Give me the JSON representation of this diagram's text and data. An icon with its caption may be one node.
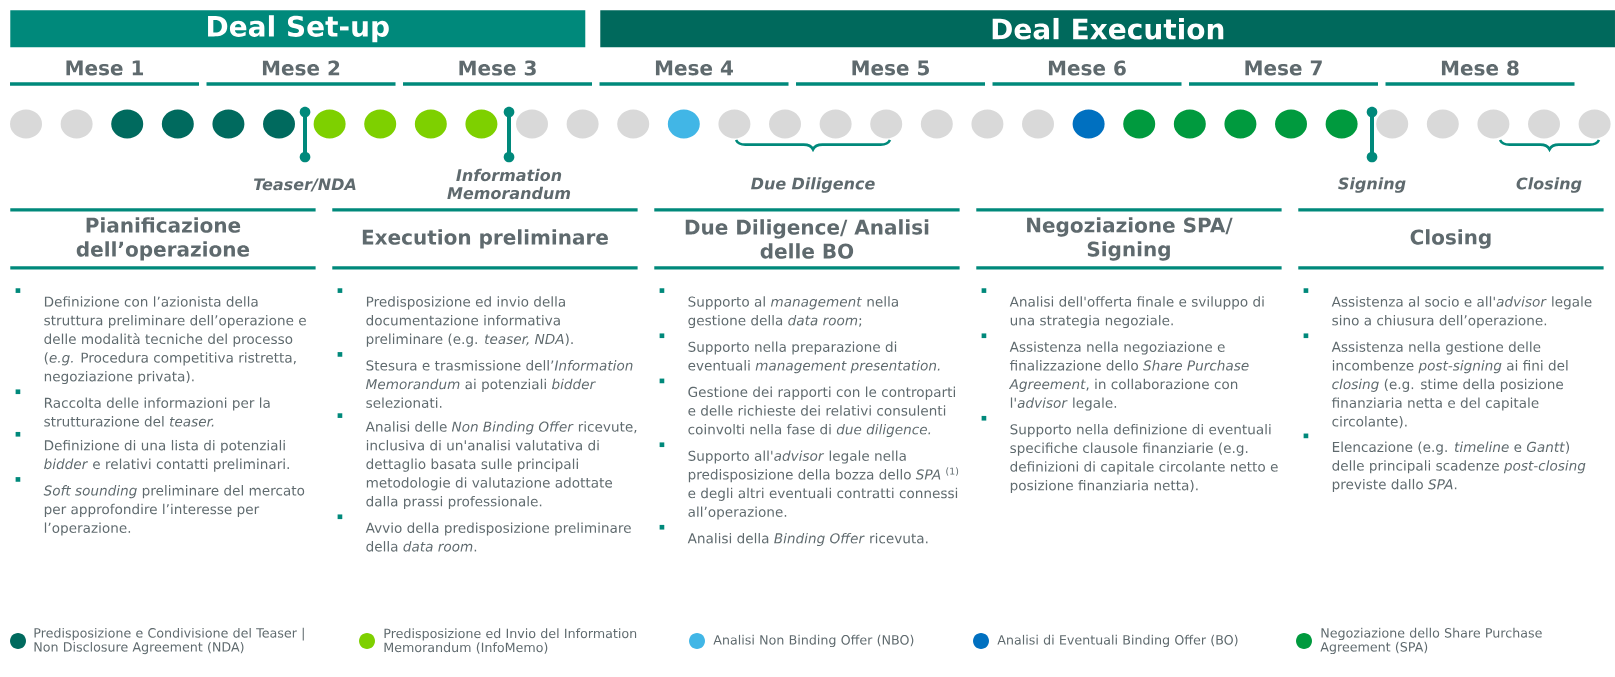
{
  "diagram": {
    "nodes": [
      {
        "text": [
          "Deal Set-up"
        ]
      },
      {
        "text": [
          "Deal Execution"
        ]
      },
      {
        "text": [
          "Pianificazione dell’operazione",
          "Definizione con l’azionista della struttura preliminare dell’operazione e delle modalità tecniche del processo (*e.g.* Procedura competitiva ristretta, negoziazione privata).",
          "Raccolta delle informazioni per la strutturazione del *teaser.*",
          "Definizione di una lista di potenziali *bidder* e relativi contatti preliminari.",
          "*Soft sounding* preliminare del mercato per approfondire l’interesse per l’operazione."
        ]
      },
      {
        "text": [
          "Execution preliminare",
          "Predisposizione ed invio della documentazione informativa preliminare (e.g. *teaser, NDA*).",
          "Stesura e trasmissione dell’*Information Memorandum* ai potenziali *bidder* selezionati.",
          "Analisi delle *Non Binding Offer* ricevute, inclusiva di un'analisi valutativa di dettaglio basata sulle principali metodologie di valutazione adottate dalla prassi professionale.",
          "Avvio della predisposizione preliminare della *data room*."
        ]
      },
      {
        "text": [
          "Due Diligence/ Analisi delle BO",
          "Supporto al *management* nella gestione della *data room*;",
          "Supporto nella preparazione di eventuali *management presentation.*",
          "Gestione dei rapporti con le controparti e delle richieste dei relativi consulenti coinvolti nella fase di *due diligence.*",
          "Supporto all'*advisor* legale nella predisposizione della bozza dello *SPA* $^{(1)}$ e degli altri eventuali contratti connessi all’operazione.",
          "Analisi della *Binding Offer* ricevuta."
        ]
      },
      {
        "text": [
          "Negoziazione SPA/ Signing",
          "Analisi dell'offerta finale e sviluppo di una strategia negoziale.",
          "Assistenza nella negoziazione e finalizzazione dello *Share Purchase Agreement*, in collaborazione con l'*advisor* legale.",
          "Supporto nella definizione di eventuali specifiche clausole finanziarie (e.g. definizioni di capitale circolante netto e posizione finanziaria netta)."
        ]
      },
      {
        "text": [
          "Closing",
          "Assistenza al socio e all'*advisor* legale sino a chiusura dell’operazione.",
          "Assistenza nella gestione delle incombenze *post-signing* ai fini del *closing* (e.g. stime della posizione finanziaria netta e del capitale circolante).",
          "Elencazione (e.g. *timeline* e *Gantt*) delle principali scadenze *post-closing* previste dallo *SPA*."
        ]
      }
    ],
    "labels": [
      "Mese 1",
      "Mese 2",
      "Mese 3",
      "Mese 4",
      "Mese 5",
      "Mese 6",
      "Mese 7",
      "Mese 8",
      "Teaser/NDA",
      "Information Memorandum",
      "Due Diligence",
      "Signing",
      "Closing"
    ],
    "legend": [
      {
        "text": "Predisposizione e Condivisione del Teaser | Non Disclosure Agreement (NDA)",
        "color": "#006a5e"
      },
      {
        "text": "Predisposizione ed Invio del Information Memorandum (InfoMemo)",
        "color": "#7ed000"
      },
      {
        "text": "Analisi Non Binding Offer (NBO)",
        "color": "#41b6e6"
      },
      {
        "text": "Analisi di Eventuali Binding Offer (BO)",
        "color": "#0070c0"
      },
      {
        "text": "Negoziazione dello Share Purchase Agreement (SPA)",
        "color": "#009a3e"
      }
    ]
  }
}
